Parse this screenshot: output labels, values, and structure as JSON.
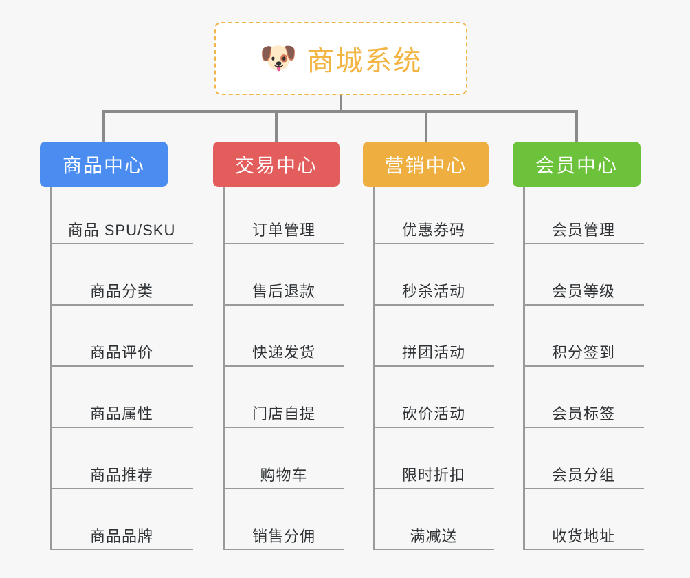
{
  "page": {
    "background_color": "#f7f7f7",
    "connector_color": "#8a8a8a",
    "leaf_line_color": "#9a9a9a",
    "leaf_text_color": "#2f3336"
  },
  "root": {
    "icon": "shiba-dog-face-emoji",
    "icon_glyph": "🐶",
    "title": "商城系统",
    "title_color": "#f2b544",
    "border_color": "#f0b64a",
    "border_style": "dashed",
    "background": "#ffffff"
  },
  "categories": [
    {
      "label": "商品中心",
      "color": "#4a8cf0",
      "key": "product-center",
      "items": [
        "商品 SPU/SKU",
        "商品分类",
        "商品评价",
        "商品属性",
        "商品推荐",
        "商品品牌"
      ]
    },
    {
      "label": "交易中心",
      "color": "#e45d5d",
      "key": "trade-center",
      "items": [
        "订单管理",
        "售后退款",
        "快递发货",
        "门店自提",
        "购物车",
        "销售分佣"
      ]
    },
    {
      "label": "营销中心",
      "color": "#eeae40",
      "key": "marketing-center",
      "items": [
        "优惠券码",
        "秒杀活动",
        "拼团活动",
        "砍价活动",
        "限时折扣",
        "满减送"
      ]
    },
    {
      "label": "会员中心",
      "color": "#6dc23c",
      "key": "member-center",
      "items": [
        "会员管理",
        "会员等级",
        "积分签到",
        "会员标签",
        "会员分组",
        "收货地址"
      ]
    }
  ]
}
